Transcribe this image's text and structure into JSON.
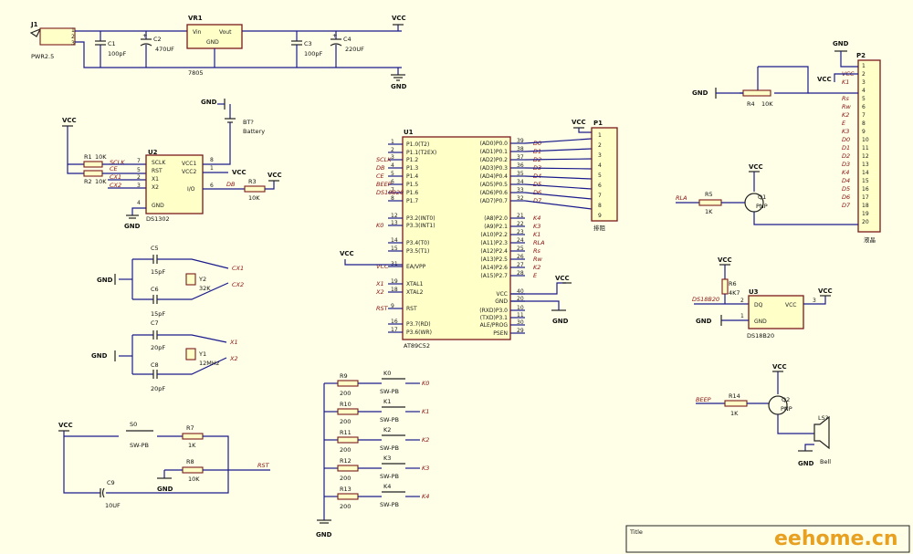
{
  "power": {
    "vcc": "VCC",
    "gnd": "GND"
  },
  "j1": {
    "ref": "J1",
    "name": "PWR2.5",
    "p1": "1",
    "p2": "2",
    "p3": "3"
  },
  "c1": {
    "ref": "C1",
    "val": "100pF"
  },
  "c2": {
    "ref": "C2",
    "val": "470UF"
  },
  "vr1": {
    "ref": "VR1",
    "vin": "Vin",
    "vout": "Vout",
    "gnd": "GND",
    "part": "7805"
  },
  "c3": {
    "ref": "C3",
    "val": "100pF"
  },
  "c4": {
    "ref": "C4",
    "val": "220UF"
  },
  "u2": {
    "ref": "U2",
    "part": "DS1302",
    "pins_left": [
      "SCLK",
      "RST",
      "I/O",
      "X1",
      "X2",
      "GND"
    ],
    "pins_left_num": [
      "7",
      "5",
      "6",
      "2",
      "3",
      "4"
    ],
    "pins_right": [
      "VCC1",
      "VCC2"
    ],
    "pins_right_num": [
      "8",
      "1"
    ],
    "io": "I/O",
    "io_num": "6"
  },
  "r1": {
    "ref": "R1",
    "val": "10K"
  },
  "r2": {
    "ref": "R2",
    "val": "10K"
  },
  "r3": {
    "ref": "R3",
    "val": "10K"
  },
  "bt": {
    "ref": "BT?",
    "val": "Battery"
  },
  "u2nets": {
    "sclk": "SCLK",
    "ce": "CE",
    "cx1": "CX1",
    "cx2": "CX2",
    "db": "DB"
  },
  "c5": {
    "ref": "C5",
    "val": "15pF"
  },
  "c6": {
    "ref": "C6",
    "val": "15pF"
  },
  "y2": {
    "ref": "Y2",
    "val": "32K"
  },
  "c7": {
    "ref": "C7",
    "val": "20pF"
  },
  "c8": {
    "ref": "C8",
    "val": "20pF"
  },
  "y1": {
    "ref": "Y1",
    "val": "12MHz"
  },
  "xnets": {
    "cx1": "CX1",
    "cx2": "CX2",
    "x1": "X1",
    "x2": "X2"
  },
  "s0": {
    "ref": "S0",
    "val": "SW-PB"
  },
  "r7": {
    "ref": "R7",
    "val": "1K"
  },
  "r8": {
    "ref": "R8",
    "val": "10K"
  },
  "c9": {
    "ref": "C9",
    "val": "10UF"
  },
  "rst": "RST",
  "u1": {
    "ref": "U1",
    "part": "AT89C52",
    "left_pins": [
      {
        "num": "1",
        "name": "P1.0(T2)",
        "net": ""
      },
      {
        "num": "2",
        "name": "P1.1(T2EX)",
        "net": ""
      },
      {
        "num": "3",
        "name": "P1.2",
        "net": "SCLK"
      },
      {
        "num": "4",
        "name": "P1.3",
        "net": "DB"
      },
      {
        "num": "5",
        "name": "P1.4",
        "net": "CE"
      },
      {
        "num": "6",
        "name": "P1.5",
        "net": "BEEP"
      },
      {
        "num": "7",
        "name": "P1.6",
        "net": "DS18B20"
      },
      {
        "num": "8",
        "name": "P1.7",
        "net": ""
      },
      {
        "num": "12",
        "name": "P3.2(INT0)",
        "net": ""
      },
      {
        "num": "13",
        "name": "P3.3(INT1)",
        "net": "K0"
      },
      {
        "num": "14",
        "name": "P3.4(T0)",
        "net": ""
      },
      {
        "num": "15",
        "name": "P3.5(T1)",
        "net": ""
      },
      {
        "num": "31",
        "name": "EA/VPP",
        "net": "VCC"
      },
      {
        "num": "19",
        "name": "XTAL1",
        "net": "X1"
      },
      {
        "num": "18",
        "name": "XTAL2",
        "net": "X2"
      },
      {
        "num": "9",
        "name": "RST",
        "net": "RST"
      },
      {
        "num": "16",
        "name": "P3.7(RD)",
        "net": ""
      },
      {
        "num": "17",
        "name": "P3.6(WR)",
        "net": ""
      }
    ],
    "right_pins": [
      {
        "num": "39",
        "name": "(AD0)P0.0",
        "net": "D0"
      },
      {
        "num": "38",
        "name": "(AD1)P0.1",
        "net": "D1"
      },
      {
        "num": "37",
        "name": "(AD2)P0.2",
        "net": "D2"
      },
      {
        "num": "36",
        "name": "(AD3)P0.3",
        "net": "D3"
      },
      {
        "num": "35",
        "name": "(AD4)P0.4",
        "net": "D4"
      },
      {
        "num": "34",
        "name": "(AD5)P0.5",
        "net": "D5"
      },
      {
        "num": "33",
        "name": "(AD6)P0.6",
        "net": "D6"
      },
      {
        "num": "32",
        "name": "(AD7)P0.7",
        "net": "D7"
      },
      {
        "num": "21",
        "name": "(A8)P2.0",
        "net": "K4"
      },
      {
        "num": "22",
        "name": "(A9)P2.1",
        "net": "K3"
      },
      {
        "num": "23",
        "name": "(A10)P2.2",
        "net": "K1"
      },
      {
        "num": "24",
        "name": "(A11)P2.3",
        "net": "RLA"
      },
      {
        "num": "25",
        "name": "(A12)P2.4",
        "net": "Rs"
      },
      {
        "num": "26",
        "name": "(A13)P2.5",
        "net": "Rw"
      },
      {
        "num": "27",
        "name": "(A14)P2.6",
        "net": "K2"
      },
      {
        "num": "28",
        "name": "(A15)P2.7",
        "net": "E"
      },
      {
        "num": "40",
        "name": "VCC",
        "net": "VCC"
      },
      {
        "num": "20",
        "name": "GND",
        "net": "GND"
      },
      {
        "num": "10",
        "name": "(RXD)P3.0",
        "net": ""
      },
      {
        "num": "11",
        "name": "(TXD)P3.1",
        "net": ""
      },
      {
        "num": "30",
        "name": "ALE/PROG",
        "net": ""
      },
      {
        "num": "29",
        "name": "PSEN",
        "net": ""
      }
    ]
  },
  "p1": {
    "ref": "P1",
    "label": "排阻",
    "pins": [
      "1",
      "2",
      "3",
      "4",
      "5",
      "6",
      "7",
      "8",
      "9"
    ]
  },
  "p2": {
    "ref": "P2",
    "label": "液晶",
    "pins": [
      "1",
      "2",
      "3",
      "4",
      "5",
      "6",
      "7",
      "8",
      "9",
      "10",
      "11",
      "12",
      "13",
      "14",
      "15",
      "16",
      "17",
      "18",
      "19",
      "20"
    ],
    "nets": [
      "",
      "VCC",
      "K1",
      "",
      "Rs",
      "Rw",
      "K2",
      "E",
      "K3",
      "D0",
      "D1",
      "D2",
      "D3",
      "K4",
      "D4",
      "D5",
      "D6",
      "D7",
      "",
      ""
    ]
  },
  "r4": {
    "ref": "R4",
    "val": "10K"
  },
  "q1": {
    "ref": "Q1",
    "type": "PNP"
  },
  "r5": {
    "ref": "R5",
    "val": "1K"
  },
  "rla": "RLA",
  "r6": {
    "ref": "R6",
    "val": "4K7"
  },
  "u3": {
    "ref": "U3",
    "part": "DS18B20",
    "dq": "DQ",
    "vcc": "VCC",
    "gnd": "GND",
    "n1": "1",
    "n2": "2",
    "n3": "3"
  },
  "ds18b20": "DS18B20",
  "keys": [
    {
      "r": "R9",
      "sw": "K0",
      "net": "K0"
    },
    {
      "r": "R10",
      "sw": "K1",
      "net": "K1"
    },
    {
      "r": "R11",
      "sw": "K2",
      "net": "K2"
    },
    {
      "r": "R12",
      "sw": "K3",
      "net": "K3"
    },
    {
      "r": "R13",
      "sw": "K4",
      "net": "K4"
    }
  ],
  "key_rval": "200",
  "key_swval": "SW-PB",
  "q2": {
    "ref": "Q2",
    "type": "PNP"
  },
  "r14": {
    "ref": "R14",
    "val": "1K"
  },
  "beep": "BEEP",
  "ls": {
    "ref": "LS?",
    "val": "Bell"
  },
  "title_block": {
    "label": "Title"
  },
  "watermark": "eehome.cn"
}
